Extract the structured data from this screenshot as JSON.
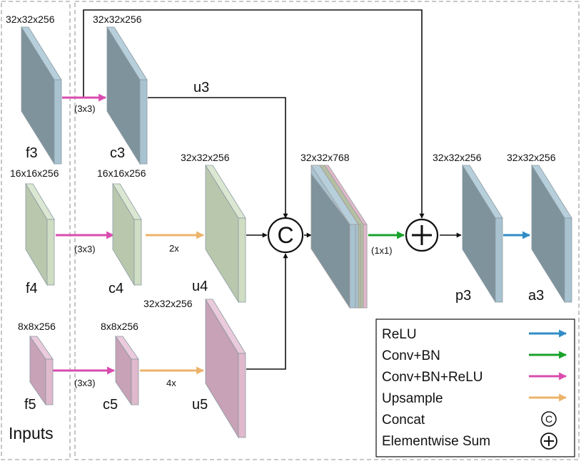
{
  "colors": {
    "relu": "#2f8cc6",
    "conv_bn": "#1aa22c",
    "conv_bn_relu": "#d94cae",
    "upsample": "#ecb36a",
    "blue_face": "#7f939d",
    "blue_edge": "#a8c2d0",
    "green_face": "#b9c8ad",
    "green_edge": "#cfddc3",
    "pink_face": "#c8a2b6",
    "pink_edge": "#e0b9cc",
    "olive_edge": "#b5c0a3"
  },
  "diagram": {
    "inputs_label": "Inputs",
    "blocks": {
      "f3": {
        "name": "f3",
        "dims": "32x32x256"
      },
      "c3": {
        "name": "c3",
        "dims": "32x32x256"
      },
      "f4": {
        "name": "f4",
        "dims": "16x16x256"
      },
      "c4": {
        "name": "c4",
        "dims": "16x16x256"
      },
      "u4": {
        "name": "u4",
        "dims": "32x32x256"
      },
      "f5": {
        "name": "f5",
        "dims": "8x8x256"
      },
      "c5": {
        "name": "c5",
        "dims": "8x8x256"
      },
      "u5": {
        "name": "u5",
        "dims": "32x32x256"
      },
      "concat_out": {
        "dims": "32x32x768"
      },
      "p3": {
        "name": "p3",
        "dims": "32x32x256"
      },
      "a3": {
        "name": "a3",
        "dims": "32x32x256"
      }
    },
    "edge_labels": {
      "conv_f3": "(3x3)",
      "conv_f4": "(3x3)",
      "conv_f5": "(3x3)",
      "up_c4": "2x",
      "up_c5": "4x",
      "c3_to_concat": "u3",
      "conv_1x1": "(1x1)"
    },
    "concat_symbol": "C",
    "sum_symbol": "+"
  },
  "legend": {
    "items": [
      {
        "label": "ReLU",
        "kind": "arrow",
        "color": "#2f8cc6"
      },
      {
        "label": "Conv+BN",
        "kind": "arrow",
        "color": "#1aa22c"
      },
      {
        "label": "Conv+BN+ReLU",
        "kind": "arrow",
        "color": "#d94cae"
      },
      {
        "label": "Upsample",
        "kind": "arrow",
        "color": "#ecb36a"
      },
      {
        "label": "Concat",
        "kind": "concat",
        "symbol": "C"
      },
      {
        "label": "Elementwise Sum",
        "kind": "sum",
        "symbol": "+"
      }
    ]
  }
}
